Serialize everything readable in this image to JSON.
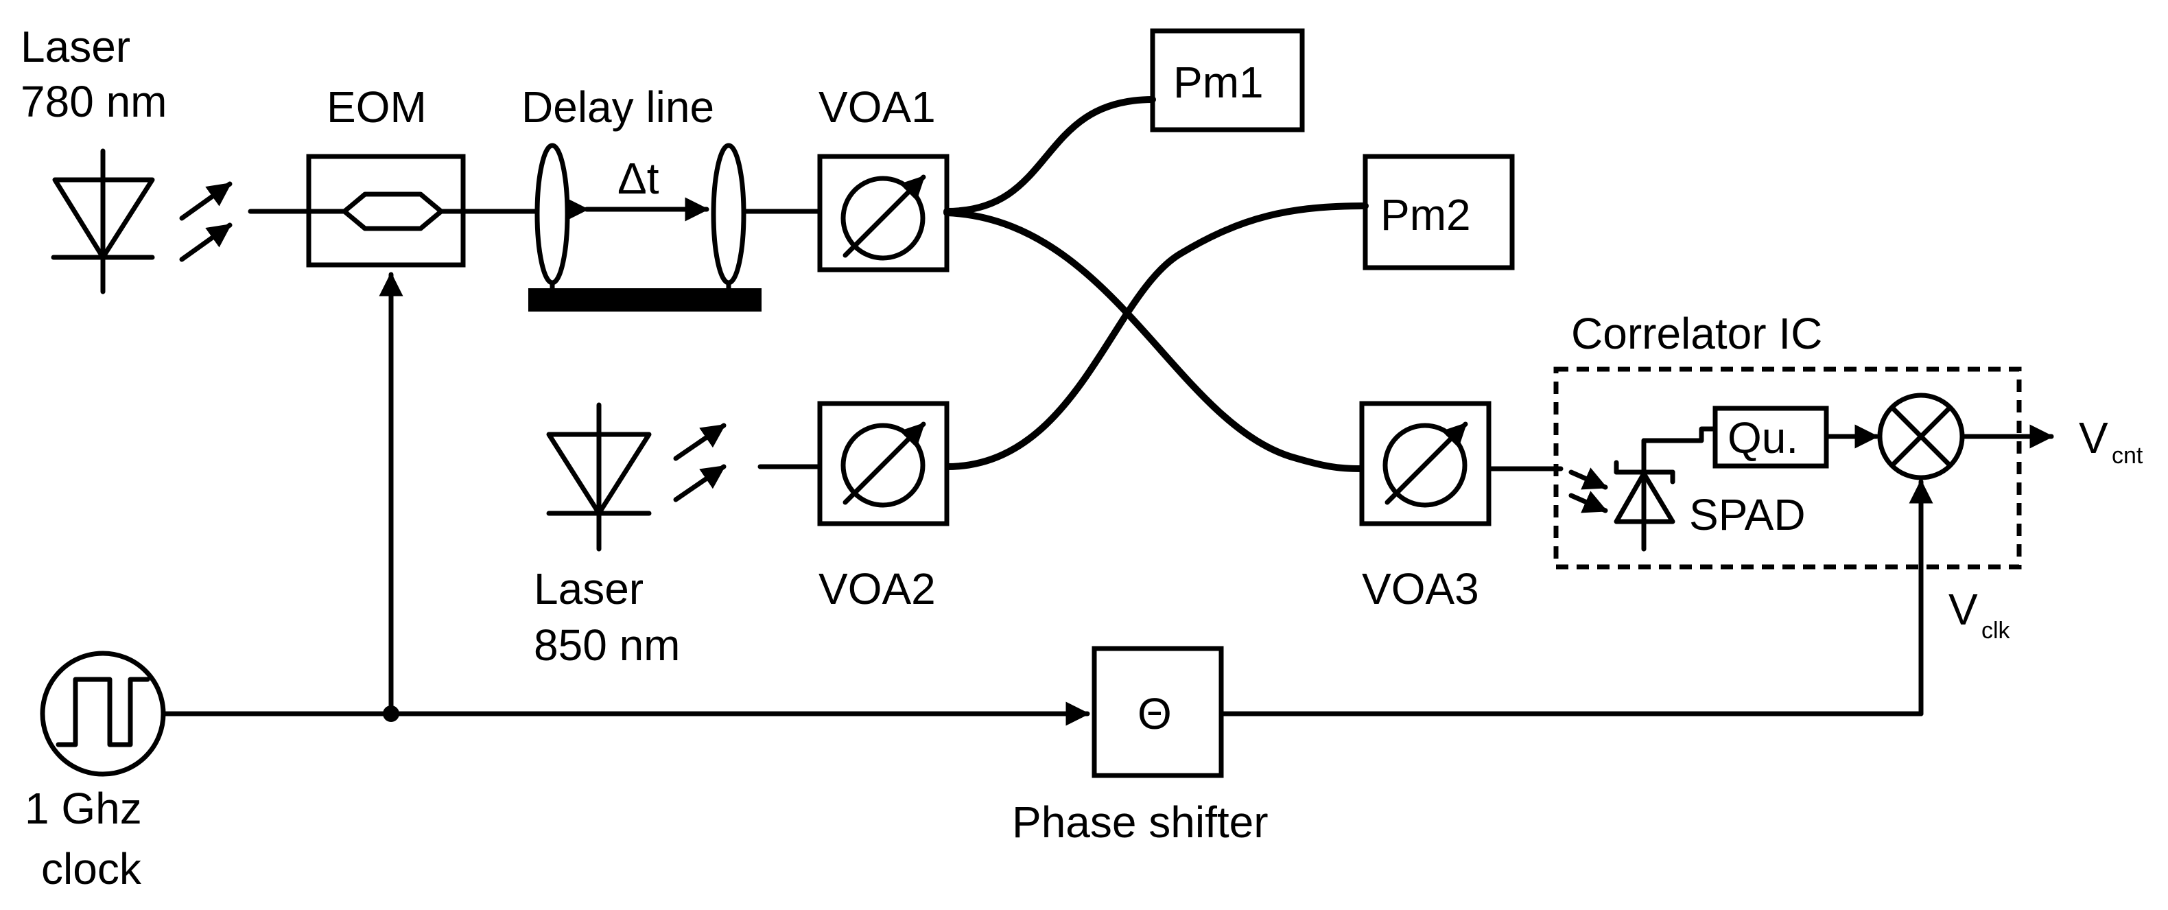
{
  "labels": {
    "laser780_line1": "Laser",
    "laser780_line2": "780 nm",
    "eom": "EOM",
    "delay_line": "Delay line",
    "delta_t": "Δt",
    "voa1": "VOA1",
    "pm1": "Pm1",
    "pm2": "Pm2",
    "correlator_ic": "Correlator IC",
    "qu": "Qu.",
    "spad": "SPAD",
    "v_cnt_main": "V",
    "v_cnt_sub": "cnt",
    "v_clk_main": "V",
    "v_clk_sub": "clk",
    "voa2": "VOA2",
    "voa3": "VOA3",
    "laser850_line1": "Laser",
    "laser850_line2": "850 nm",
    "clock_line1": "1 Ghz",
    "clock_line2": "clock",
    "theta": "Θ",
    "phase_shifter": "Phase shifter"
  },
  "colors": {
    "ink": "#000000",
    "paper": "#ffffff"
  },
  "icons": [
    "laser-diode-icon",
    "emission-arrows-icon",
    "mach-zehnder-icon",
    "attenuator-icon",
    "spad-diode-icon",
    "mixer-icon",
    "square-wave-icon"
  ]
}
